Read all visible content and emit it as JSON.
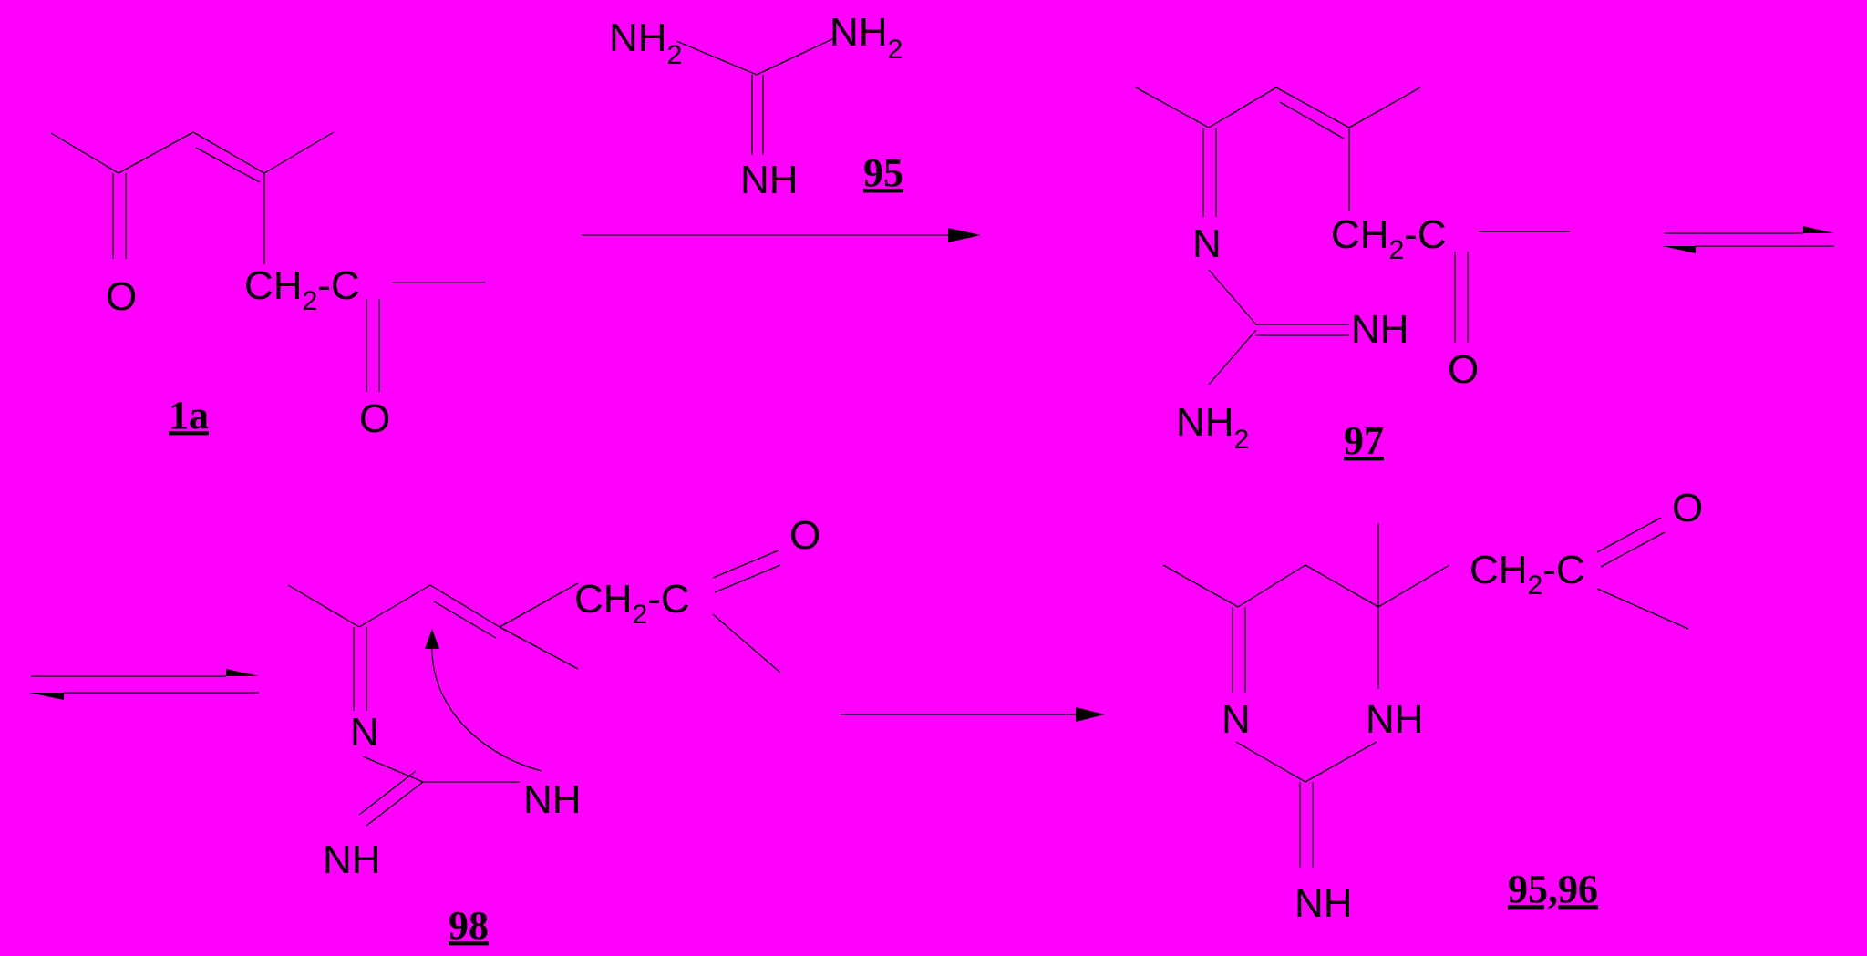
{
  "colors": {
    "background": "#ff00ff",
    "ink": "#000000"
  },
  "labels": {
    "O": "O",
    "N": "N",
    "NH": "NH",
    "NH2_main": "NH",
    "sub_2": "2",
    "CH2_main": "CH",
    "dash_C": "-C"
  },
  "compounds": {
    "c1a": "1a",
    "c95": "95",
    "c97": "97",
    "c98": "98",
    "c9596": "95,96"
  },
  "arrows": [
    "forward",
    "equilibrium",
    "equilibrium",
    "forward"
  ]
}
